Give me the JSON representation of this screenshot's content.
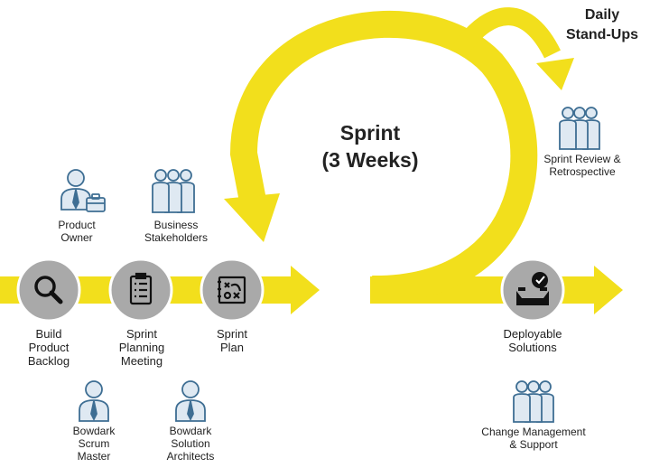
{
  "colors": {
    "arrow": "#f2df1c",
    "node": "#a9a9a9",
    "node_border": "#ffffff",
    "icon_stroke": "#3e6e93",
    "icon_fill": "#dfe9f2",
    "text": "#222222"
  },
  "center": {
    "title": "Sprint\n(3 Weeks)"
  },
  "daily": {
    "title": "Daily\nStand-Ups"
  },
  "steps": [
    {
      "label": "Build\nProduct\nBacklog",
      "icon": "magnifier-icon"
    },
    {
      "label": "Sprint\nPlanning\nMeeting",
      "icon": "checklist-icon"
    },
    {
      "label": "Sprint\nPlan",
      "icon": "tactics-board-icon"
    },
    {
      "label": "Deployable\nSolutions",
      "icon": "tray-checkmark-icon"
    }
  ],
  "roles": [
    {
      "label": "Product\nOwner",
      "icon": "person-with-briefcase-icon"
    },
    {
      "label": "Business\nStakeholders",
      "icon": "group-icon"
    },
    {
      "label": "Sprint Review &\nRetrospective",
      "icon": "group-icon"
    },
    {
      "label": "Bowdark\nScrum\nMaster",
      "icon": "person-icon"
    },
    {
      "label": "Bowdark\nSolution\nArchitects",
      "icon": "person-icon"
    },
    {
      "label": "Change Management\n& Support",
      "icon": "group-icon"
    }
  ]
}
